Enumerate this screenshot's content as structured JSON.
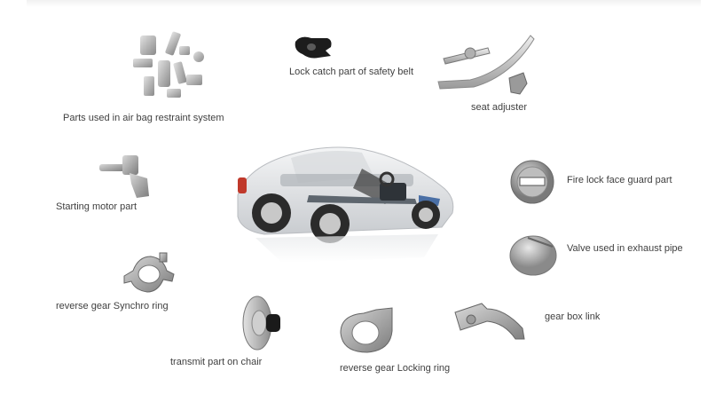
{
  "labels": {
    "airbag": "Parts used in air bag restraint system",
    "lock_catch": "Lock catch part of safety belt",
    "seat_adjuster": "seat adjuster",
    "starting_motor": "Starting motor part",
    "fire_lock": "Fire lock  face guard part",
    "valve": "Valve used in exhaust pipe",
    "synchro_ring": "reverse gear Synchro ring",
    "gear_box_link": "gear box link",
    "transmit": "transmit  part on chair",
    "locking_ring": "reverse gear Locking ring"
  },
  "icons": {
    "car": "car-cutaway-icon",
    "airbag": "airbag-parts-icon",
    "lock_catch": "lock-catch-icon",
    "seat_adjuster": "seat-adjuster-icon",
    "starting_motor": "starting-motor-part-icon",
    "fire_lock": "fire-lock-guard-icon",
    "valve": "exhaust-valve-icon",
    "synchro_ring": "synchro-ring-icon",
    "gear_box_link": "gear-box-link-icon",
    "transmit": "transmit-part-icon",
    "locking_ring": "locking-ring-icon"
  },
  "colors": {
    "text": "#404040",
    "metal": "#a8a8a8",
    "car_body": "#e6e8ea"
  }
}
